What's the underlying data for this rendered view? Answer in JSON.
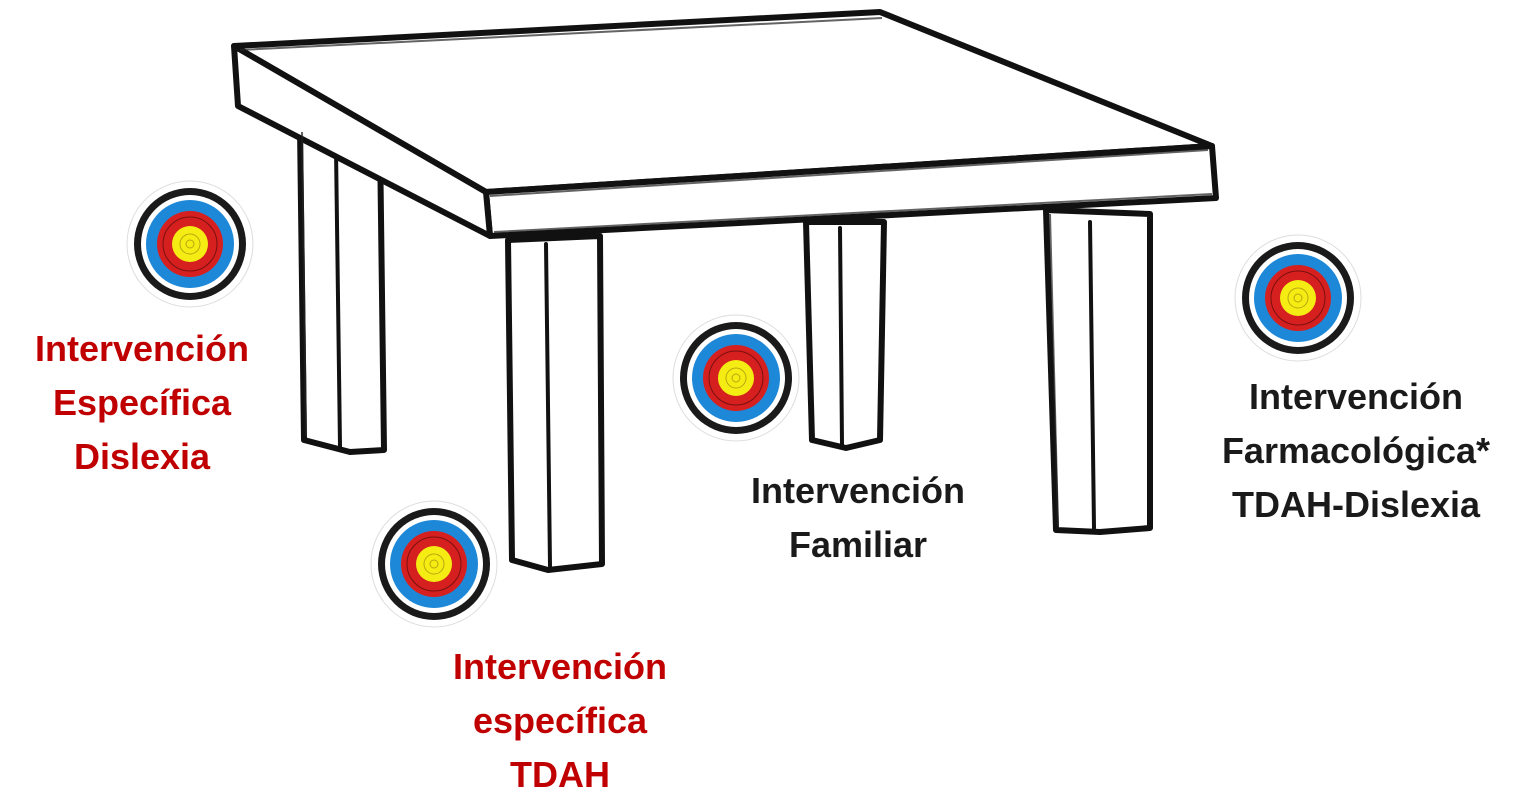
{
  "colors": {
    "accent_red": "#c00000",
    "text_black": "#1a1a1a",
    "target_rings": [
      "#ffffff",
      "#1a1a1a",
      "#1e88d8",
      "#d62020",
      "#f4ec12"
    ]
  },
  "icon": "archery-target-icon",
  "pillars": [
    {
      "id": "dislexia",
      "color": "accent_red",
      "lines": [
        "Intervención",
        "Específica",
        "Dislexia"
      ]
    },
    {
      "id": "tdah",
      "color": "accent_red",
      "lines": [
        "Intervención",
        "específica",
        "TDAH"
      ]
    },
    {
      "id": "familiar",
      "color": "text_black",
      "lines": [
        "Intervención",
        "Familiar"
      ]
    },
    {
      "id": "farmacologica",
      "color": "text_black",
      "lines": [
        "Intervención",
        "Farmacológica*",
        "TDAH-Dislexia"
      ]
    }
  ]
}
